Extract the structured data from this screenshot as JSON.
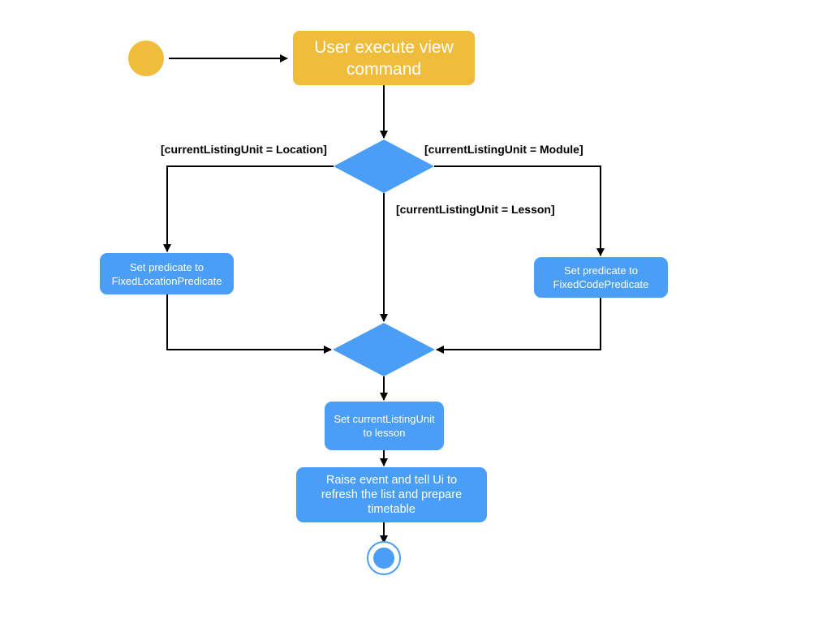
{
  "colors": {
    "start_node": "#f0bc3c",
    "action_node": "#4a9ef5",
    "arrow": "#000000",
    "text_on_node": "#ffffff"
  },
  "nodes": {
    "start_action": "User execute view command",
    "set_location_predicate": "Set predicate to FixedLocationPredicate",
    "set_code_predicate": "Set predicate to FixedCodePredicate",
    "set_listing_unit": "Set currentListingUnit to lesson",
    "raise_event": "Raise event and tell Ui to refresh the list and prepare timetable"
  },
  "guards": {
    "location": "[currentListingUnit = Location]",
    "module": "[currentListingUnit = Module]",
    "lesson": "[currentListingUnit = Lesson]"
  }
}
